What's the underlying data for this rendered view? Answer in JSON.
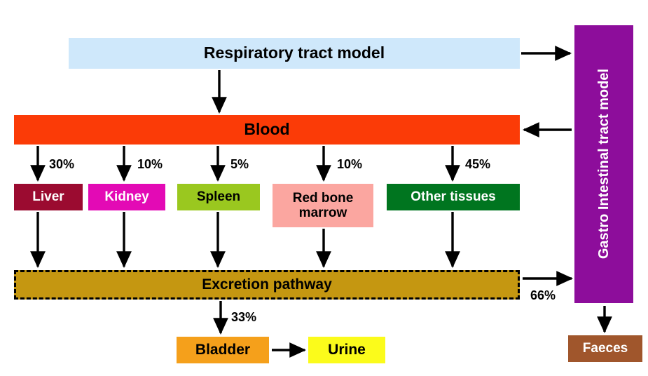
{
  "diagram": {
    "title": "Biokinetic model flow diagram",
    "nodes": {
      "respiratory": {
        "label": "Respiratory tract model",
        "color": "#cfe8fb"
      },
      "blood": {
        "label": "Blood",
        "color": "#fb3b07"
      },
      "liver": {
        "label": "Liver",
        "color": "#9b0b30"
      },
      "kidney": {
        "label": "Kidney",
        "color": "#e30ab5"
      },
      "spleen": {
        "label": "Spleen",
        "color": "#9ac81f"
      },
      "marrow": {
        "label": "Red bone marrow",
        "color": "#fba6a0"
      },
      "other_tissues": {
        "label": "Other tissues",
        "color": "#00751f"
      },
      "excretion": {
        "label": "Excretion pathway",
        "color": "#c59711"
      },
      "bladder": {
        "label": "Bladder",
        "color": "#f5a01b"
      },
      "urine": {
        "label": "Urine",
        "color": "#fbfb1b"
      },
      "faeces": {
        "label": "Faeces",
        "color": "#a0562c"
      },
      "gi_tract": {
        "label": "Gastro Intestinal tract model",
        "color": "#8d0d9b"
      }
    },
    "flow_labels": {
      "liver": "30%",
      "kidney": "10%",
      "spleen": "5%",
      "marrow": "10%",
      "other_tissues": "45%",
      "gi_tract": "66%",
      "bladder": "33%"
    }
  }
}
